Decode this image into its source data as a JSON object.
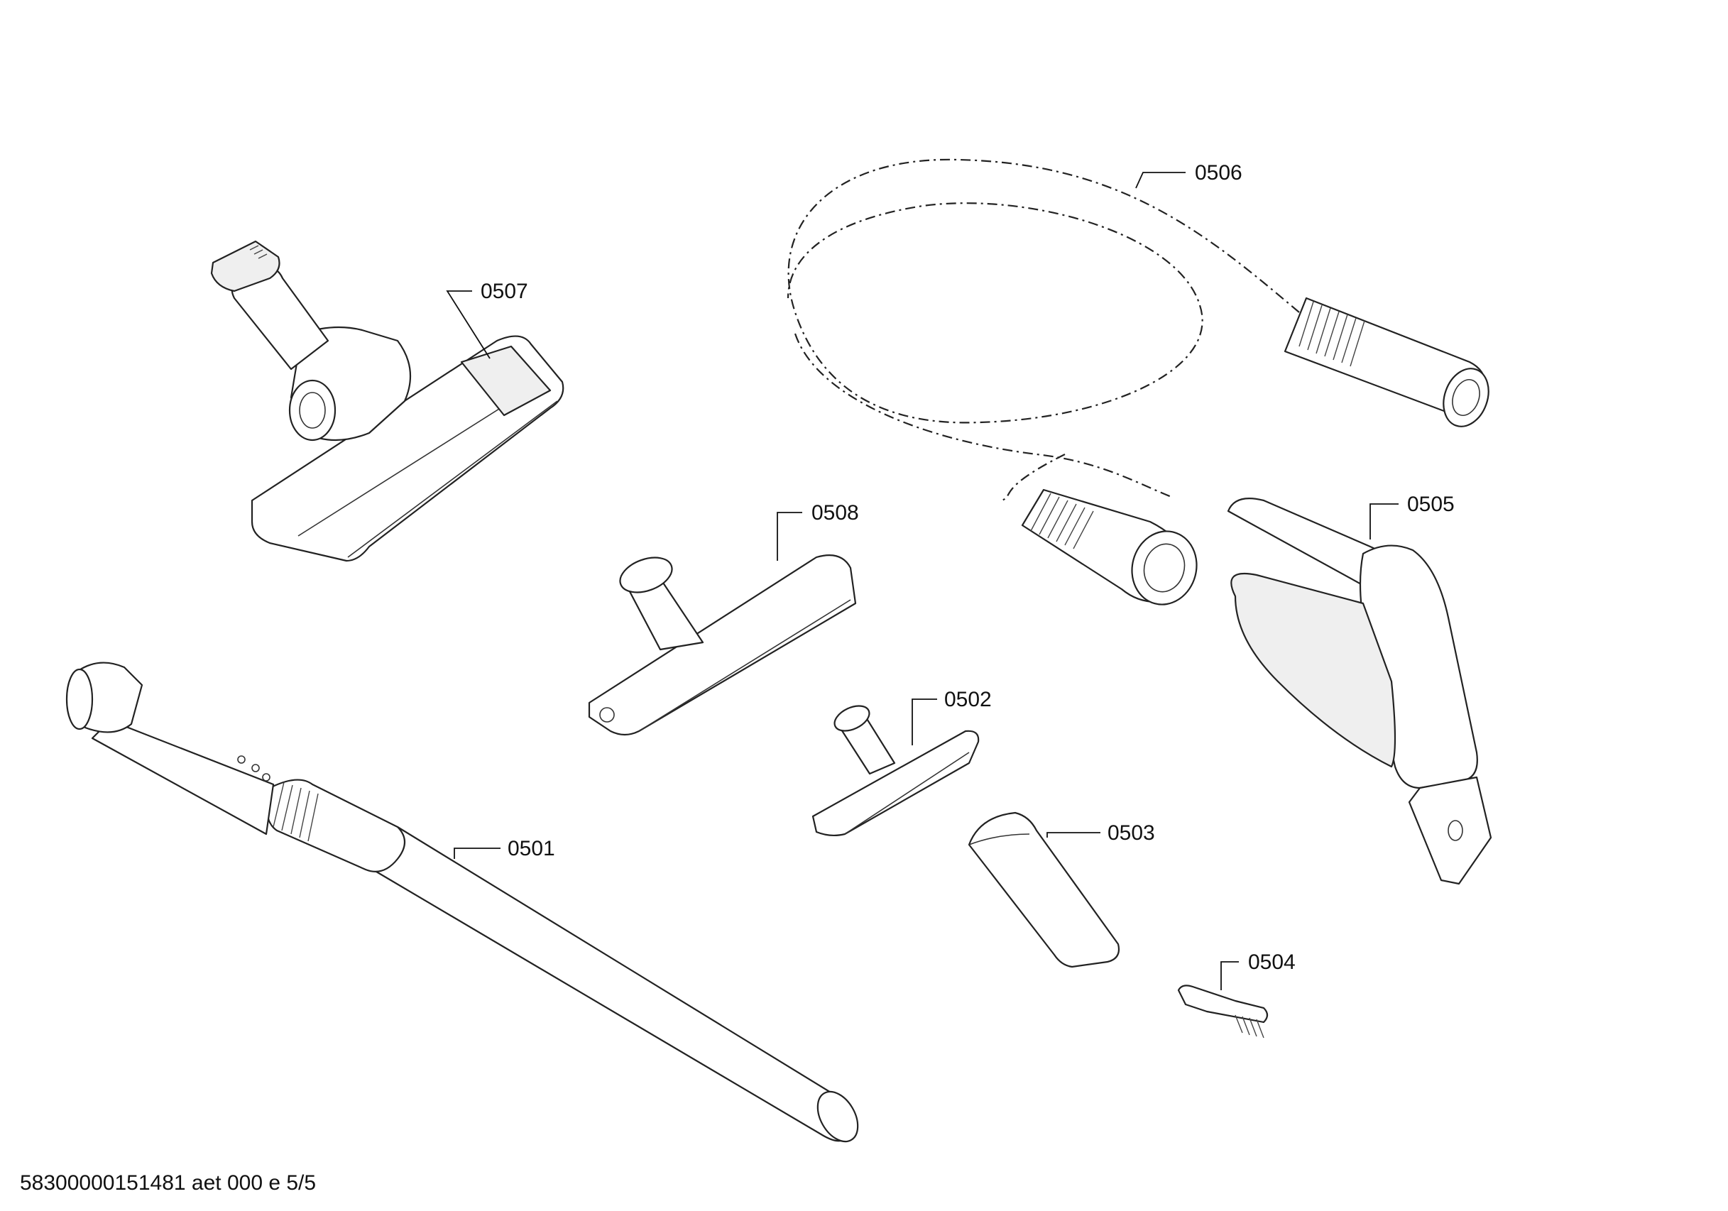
{
  "callouts": {
    "p0501": "0501",
    "p0502": "0502",
    "p0503": "0503",
    "p0504": "0504",
    "p0505": "0505",
    "p0506": "0506",
    "p0507": "0507",
    "p0508": "0508"
  },
  "footer": {
    "document_code": "58300000151481 aet 000 e 5/5"
  }
}
